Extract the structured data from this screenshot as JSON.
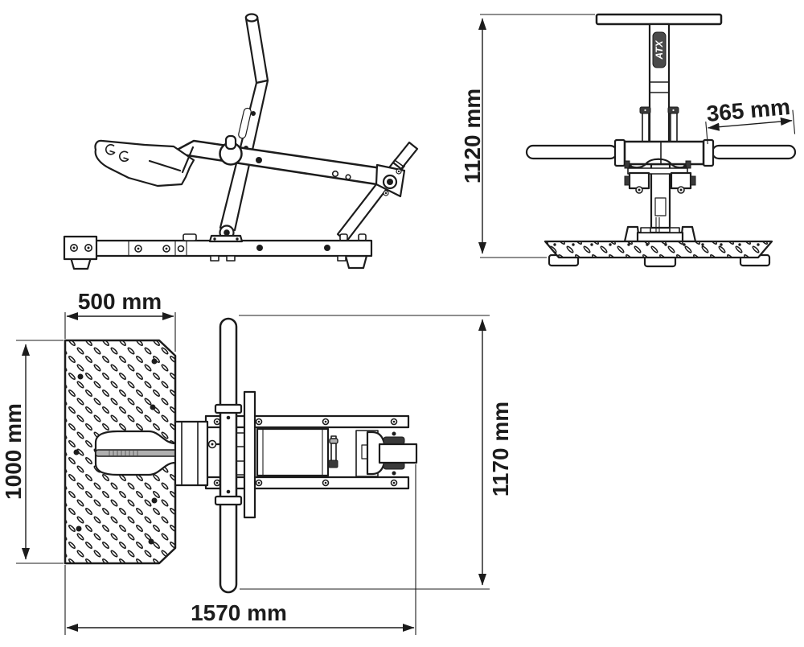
{
  "page": {
    "background_color": "#ffffff",
    "line_color": "#1c1c1c",
    "metal_gray": "#b0b0b0",
    "logo_fill": "#4a4a4a"
  },
  "front_view": {
    "height_dim": "1120 mm",
    "handle_dim": "365 mm",
    "logo_text": "ATX"
  },
  "top_view": {
    "plate_width_dim": "500 mm",
    "plate_depth_dim": "1000 mm",
    "overall_width_dim": "1170 mm",
    "overall_length_dim": "1570 mm"
  }
}
